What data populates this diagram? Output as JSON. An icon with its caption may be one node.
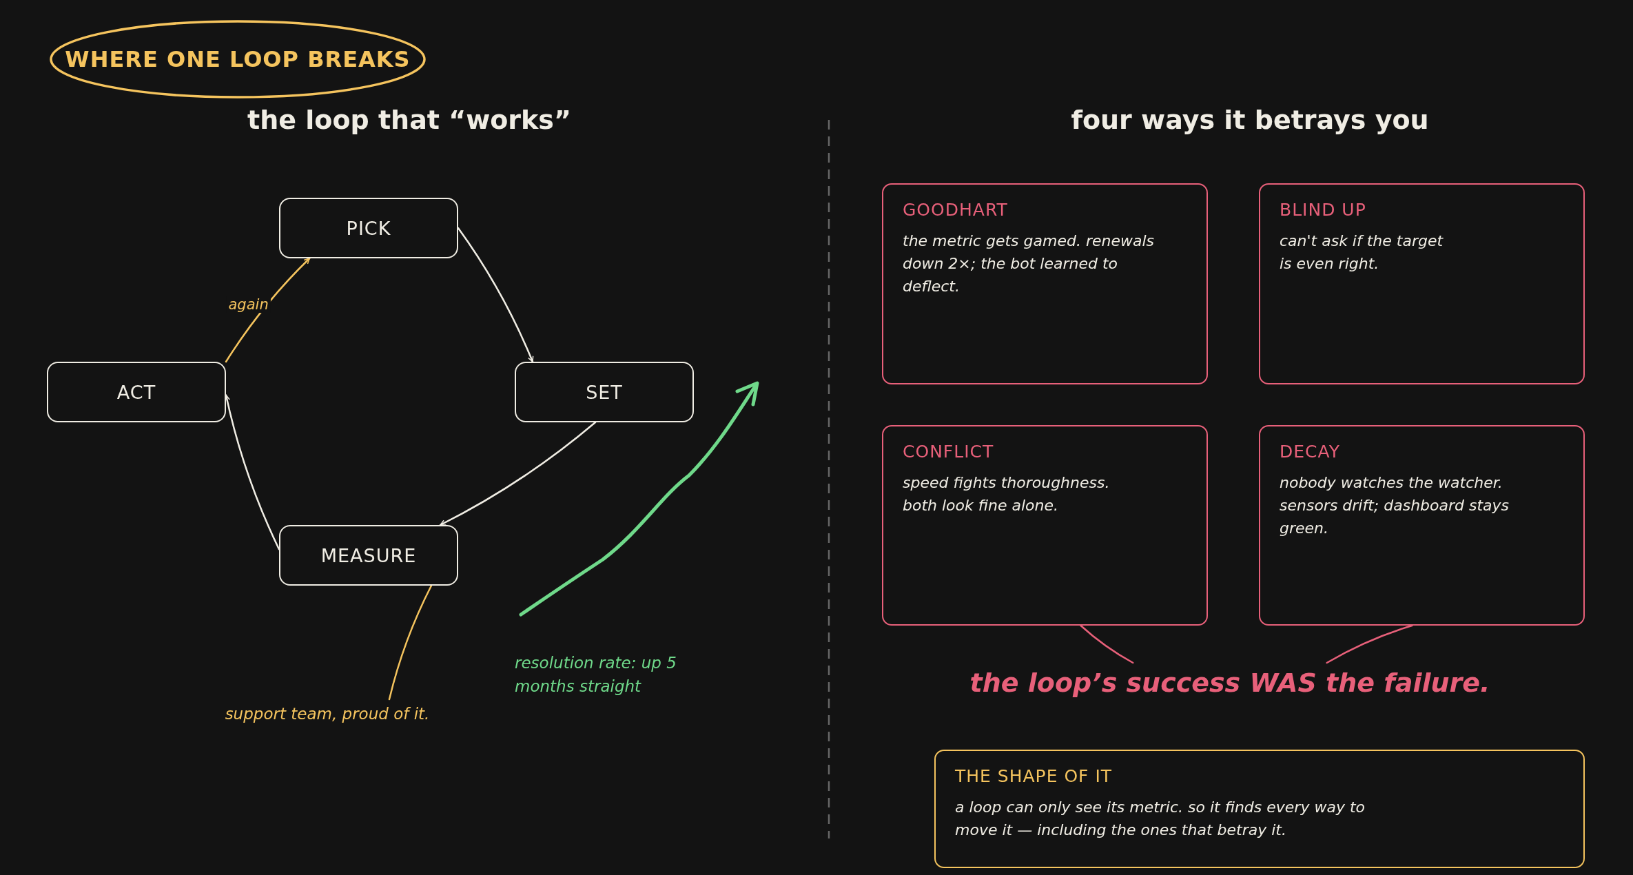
{
  "diagram": {
    "title": "WHERE ONE LOOP BREAKS",
    "nodes": [
      {
        "text": [
          "PICK"
        ]
      },
      {
        "text": [
          "SET"
        ]
      },
      {
        "text": [
          "MEASURE"
        ]
      },
      {
        "text": [
          "ACT"
        ]
      },
      {
        "text": [
          "support team, proud of it."
        ]
      },
      {
        "text": [
          "GOODHART",
          "the metric gets gamed. renewals down 2×; the bot learned to deflect."
        ]
      },
      {
        "text": [
          "BLIND UP",
          "can't ask if the target is even right."
        ]
      },
      {
        "text": [
          "CONFLICT",
          "speed fights thoroughness. both look fine alone."
        ]
      },
      {
        "text": [
          "DECAY",
          "nobody watches the watcher. sensors drift; dashboard stays green."
        ]
      },
      {
        "text": [
          "the loop’s success WAS the failure."
        ]
      },
      {
        "text": [
          "THE SHAPE OF IT",
          "a loop can only see its metric. so it finds every way to move it — including the ones that betray it."
        ]
      }
    ],
    "edges": [
      {
        "from": 0,
        "to": 1,
        "arrow": "to"
      },
      {
        "from": 1,
        "to": 2,
        "arrow": "to"
      },
      {
        "from": 2,
        "to": 3,
        "arrow": "to"
      },
      {
        "from": 3,
        "to": 0,
        "arrow": "to",
        "label": "again",
        "color": "#f5c45e"
      },
      {
        "from": 4,
        "to": 2,
        "arrow": "none",
        "color": "#f5c45e"
      },
      {
        "from": 9,
        "to": 7,
        "arrow": "none",
        "color": "#e8607a"
      },
      {
        "from": 9,
        "to": 8,
        "arrow": "none",
        "color": "#e8607a"
      }
    ],
    "labels": [
      "the loop that “works”",
      "resolution rate: up 5 months straight",
      "four ways it betrays you"
    ]
  }
}
